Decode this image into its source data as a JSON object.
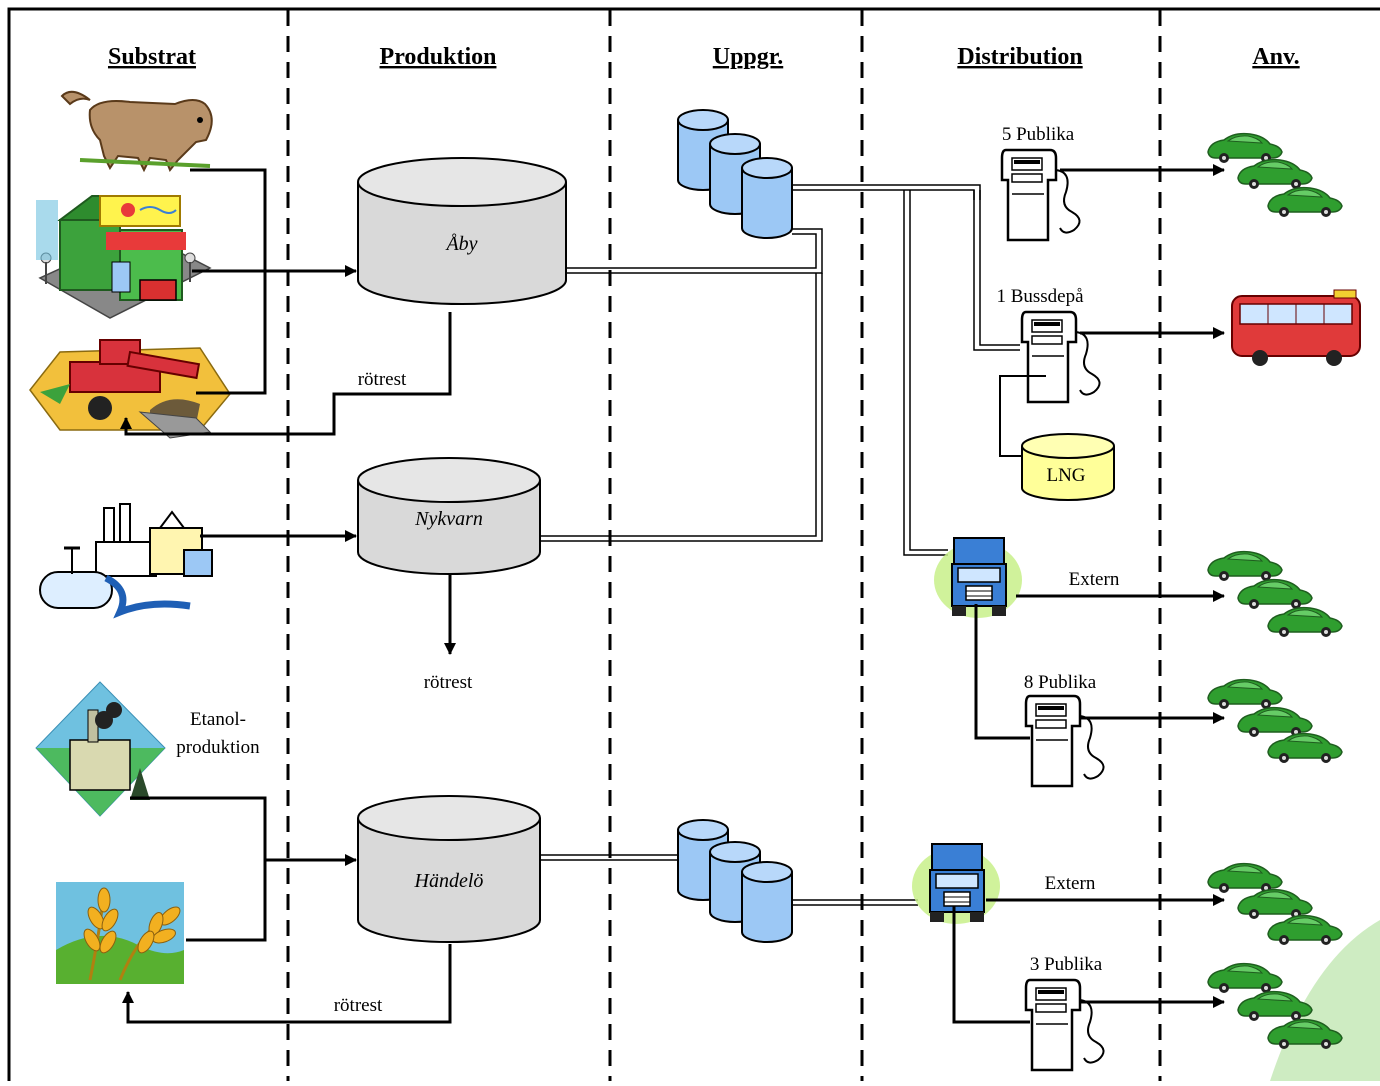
{
  "headers": {
    "substrat": "Substrat",
    "produktion": "Produktion",
    "uppgr": "Uppgr.",
    "distribution": "Distribution",
    "anv": "Anv."
  },
  "plants": {
    "aby": "Åby",
    "nykvarn": "Nykvarn",
    "handelo": "Händelö"
  },
  "residue": {
    "aby": "rötrest",
    "nykvarn": "rötrest",
    "handelo": "rötrest"
  },
  "substrate": {
    "etanol_line1": "Etanol-",
    "etanol_line2": "produktion"
  },
  "distribution": {
    "publika_5": "5 Publika",
    "bussdepa_1": "1 Bussdepå",
    "lng": "LNG",
    "extern_1": "Extern",
    "publika_8": "8 Publika",
    "extern_2": "Extern",
    "publika_3": "3 Publika"
  },
  "colors": {
    "tank_gray": "#d9d9d9",
    "upgrade_blue": "#99ccff",
    "lng_yellow": "#ffff99",
    "car_green": "#33aa33",
    "truck_blue": "#3a7fd5",
    "bus_red": "#e03a3a"
  }
}
